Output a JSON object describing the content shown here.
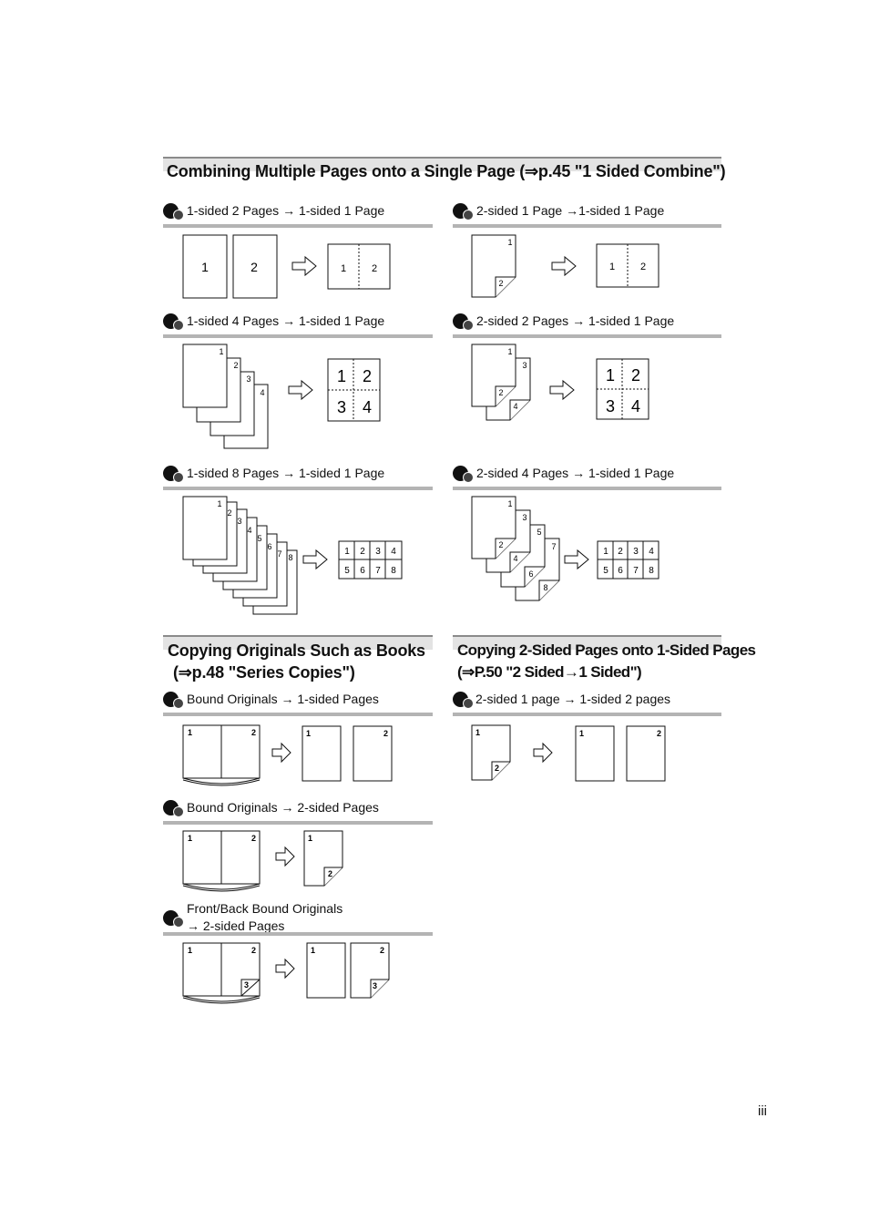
{
  "combine": {
    "title": "Combining Multiple Pages onto a Single Page (⇒p.45 \"1 Sided Combine\")",
    "items": [
      {
        "label": "1-sided 2 Pages → 1-sided 1 Page"
      },
      {
        "label": "2-sided 1 Page →1-sided 1 Page"
      },
      {
        "label": "1-sided 4 Pages → 1-sided 1 Page"
      },
      {
        "label": "2-sided 2 Pages → 1-sided 1 Page"
      },
      {
        "label": "1-sided 8 Pages → 1-sided 1 Page"
      },
      {
        "label": "2-sided 4 Pages → 1-sided 1 Page"
      }
    ]
  },
  "series": {
    "title_line1": "Copying Originals Such as Books",
    "title_line2": "(⇒p.48 \"Series Copies\")",
    "items": [
      {
        "label": "Bound Originals → 1-sided Pages"
      },
      {
        "label": "Bound Originals → 2-sided Pages"
      },
      {
        "label_line1": "Front/Back Bound Originals",
        "label_line2": "→ 2-sided Pages"
      }
    ]
  },
  "twosided": {
    "title_line1": "Copying 2-Sided Pages onto 1-Sided Pages",
    "title_line2": "(⇒P.50 \"2 Sided→1 Sided\")",
    "items": [
      {
        "label": "2-sided 1 page → 1-sided 2 pages"
      }
    ]
  },
  "page_number": "iii"
}
